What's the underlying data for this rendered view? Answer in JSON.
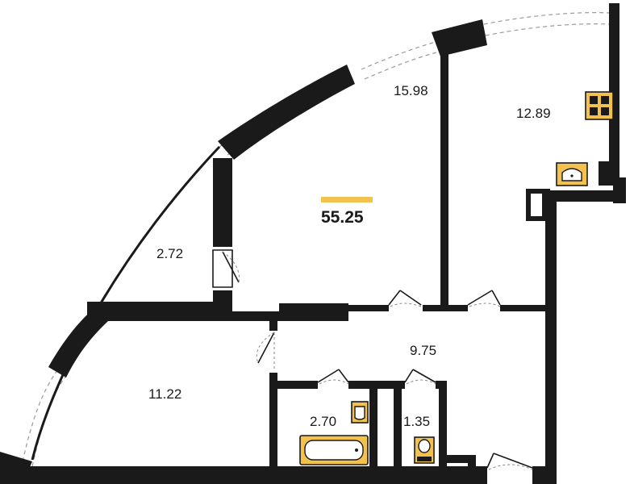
{
  "plan": {
    "total_area": "55.25",
    "accent_color": "#f2c14e",
    "wall_color": "#1a1a1a",
    "rooms": [
      {
        "id": "living",
        "area": "15.98"
      },
      {
        "id": "kitchen",
        "area": "12.89"
      },
      {
        "id": "storage",
        "area": "2.72"
      },
      {
        "id": "bedroom",
        "area": "11.22"
      },
      {
        "id": "hall",
        "area": "9.75"
      },
      {
        "id": "bathroom",
        "area": "2.70"
      },
      {
        "id": "wc",
        "area": "1.35"
      }
    ],
    "icons": [
      "stove-icon",
      "kitchen-sink-icon",
      "bathtub-icon",
      "washbasin-icon",
      "toilet-icon"
    ]
  }
}
